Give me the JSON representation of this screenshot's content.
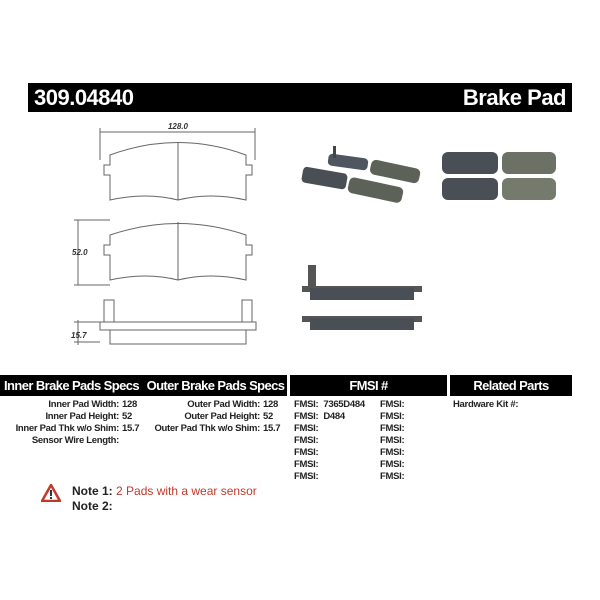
{
  "header": {
    "part_number": "309.04840",
    "product_type": "Brake Pad"
  },
  "drawing": {
    "width_dim": "128.0",
    "height_dim": "52.0",
    "thickness_dim": "15.7"
  },
  "table": {
    "inner": {
      "title": "Inner Brake Pads Specs",
      "rows": [
        {
          "label": "Inner Pad Width:",
          "value": "128"
        },
        {
          "label": "Inner Pad Height:",
          "value": "52"
        },
        {
          "label": "Inner Pad Thk w/o Shim:",
          "value": "15.7"
        },
        {
          "label": "Sensor Wire Length:",
          "value": ""
        }
      ]
    },
    "outer": {
      "title": "Outer Brake Pads Specs",
      "rows": [
        {
          "label": "Outer Pad Width:",
          "value": "128"
        },
        {
          "label": "Outer Pad Height:",
          "value": "52"
        },
        {
          "label": "Outer Pad Thk w/o Shim:",
          "value": "15.7"
        }
      ]
    },
    "fmsi": {
      "title": "FMSI #",
      "col1": [
        {
          "label": "FMSI:",
          "value": "7365D484"
        },
        {
          "label": "FMSI:",
          "value": "D484"
        },
        {
          "label": "FMSI:",
          "value": ""
        },
        {
          "label": "FMSI:",
          "value": ""
        },
        {
          "label": "FMSI:",
          "value": ""
        },
        {
          "label": "FMSI:",
          "value": ""
        },
        {
          "label": "FMSI:",
          "value": ""
        }
      ],
      "col2": [
        {
          "label": "FMSI:"
        },
        {
          "label": "FMSI:"
        },
        {
          "label": "FMSI:"
        },
        {
          "label": "FMSI:"
        },
        {
          "label": "FMSI:"
        },
        {
          "label": "FMSI:"
        },
        {
          "label": "FMSI:"
        }
      ]
    },
    "related": {
      "title": "Related Parts",
      "rows": [
        {
          "label": "Hardware Kit #:",
          "value": ""
        }
      ]
    }
  },
  "notes": [
    {
      "label": "Note 1:",
      "text": "2 Pads with a wear sensor"
    },
    {
      "label": "Note 2:",
      "text": ""
    }
  ],
  "icons": {
    "warning": "warning-triangle-icon"
  },
  "colors": {
    "header_bg": "#000000",
    "note_red": "#c0392b",
    "pad_dark": "#4a4f55",
    "pad_green": "#6b7265"
  }
}
